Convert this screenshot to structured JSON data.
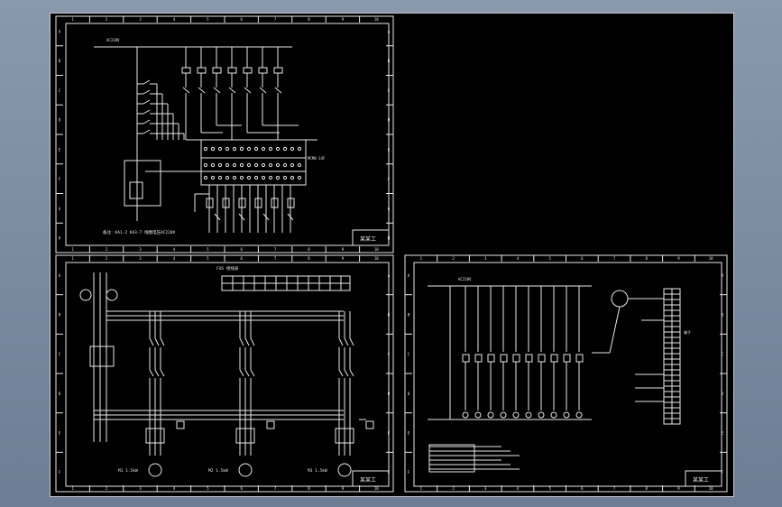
{
  "viewport": {
    "background": "#000000",
    "line_color": "#e8e8e8",
    "outer_background": "#7f8da3"
  },
  "sheets": [
    {
      "id": "sheet-1",
      "title_block": "某某工",
      "top_label": "AC220V",
      "plc_label": "MCM8-14F",
      "notes": "备注：KA1-2 KA3-7 线圈电压AC220V",
      "ruler_numbers": [
        "1",
        "2",
        "3",
        "4",
        "5",
        "6",
        "7",
        "8",
        "9",
        "10"
      ],
      "ruler_letters": [
        "A",
        "B",
        "C",
        "D",
        "E",
        "F",
        "G",
        "H"
      ]
    },
    {
      "id": "sheet-2",
      "title_block": "某某工",
      "table_title": "FUS 接线表",
      "motor_labels": [
        "M1 1.5kW",
        "M2 1.5kW",
        "M3 1.5kW"
      ],
      "ruler_numbers": [
        "1",
        "2",
        "3",
        "4",
        "5",
        "6",
        "7",
        "8",
        "9",
        "10"
      ],
      "ruler_letters": [
        "A",
        "B",
        "C",
        "D",
        "E",
        "F"
      ]
    },
    {
      "id": "sheet-3",
      "title_block": "某某工",
      "top_label": "AC220V",
      "terminal_label": "端子",
      "ruler_numbers": [
        "1",
        "2",
        "3",
        "4",
        "5",
        "6",
        "7",
        "8",
        "9",
        "10"
      ],
      "ruler_letters": [
        "A",
        "B",
        "C",
        "D",
        "E",
        "F"
      ]
    }
  ]
}
